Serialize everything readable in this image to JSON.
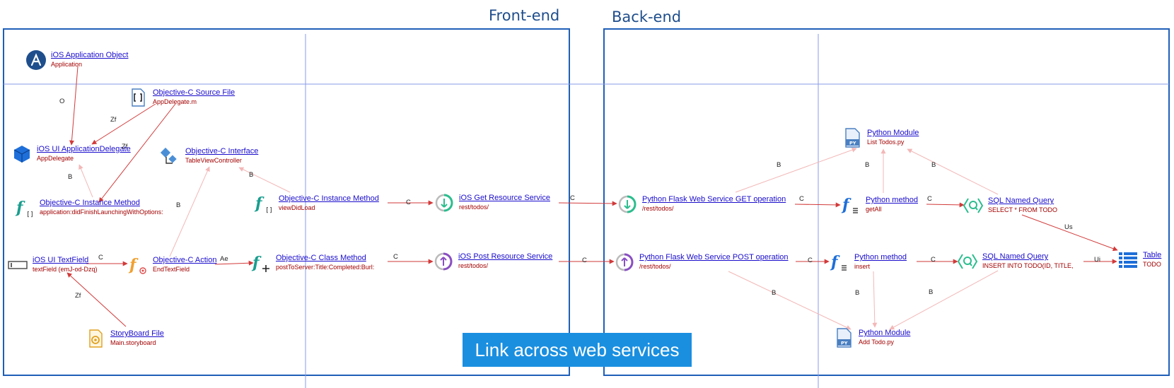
{
  "sections": {
    "frontend": "Front-end",
    "backend": "Back-end"
  },
  "banner": "Link across web services",
  "nodes": {
    "ios_app_object": {
      "title": "iOS Application Object",
      "subtitle": "Application",
      "icon": "ios-app-icon"
    },
    "objc_source_file": {
      "title": "Objective-C Source File",
      "subtitle": "AppDelegate.m",
      "icon": "source-file-icon"
    },
    "ios_ui_appdelegate": {
      "title": "iOS UI ApplicationDelegate",
      "subtitle": "AppDelegate",
      "icon": "cube-icon"
    },
    "objc_interface": {
      "title": "Objective-C Interface",
      "subtitle": "TableViewController",
      "icon": "interface-icon"
    },
    "objc_instance_method_1": {
      "title": "Objective-C Instance Method",
      "subtitle": "application:didFinishLaunchingWithOptions:",
      "icon": "function-bracket-icon"
    },
    "objc_instance_method_2": {
      "title": "Objective-C Instance Method",
      "subtitle": "viewDidLoad",
      "icon": "function-bracket-icon"
    },
    "ios_get_resource": {
      "title": "iOS Get Resource Service",
      "subtitle": "rest/todos/",
      "icon": "get-service-icon"
    },
    "ios_textfield": {
      "title": "iOS UI TextField",
      "subtitle": "textField (emJ-od-Dzq)",
      "icon": "textfield-icon"
    },
    "objc_action": {
      "title": "Objective-C Action",
      "subtitle": "EndTextField",
      "icon": "function-target-icon"
    },
    "objc_class_method": {
      "title": "Objective-C Class Method",
      "subtitle": "postToServer:Title:Completed:Burl:",
      "icon": "function-plus-icon"
    },
    "ios_post_resource": {
      "title": "iOS Post Resource Service",
      "subtitle": "rest/todos/",
      "icon": "post-service-icon"
    },
    "storyboard": {
      "title": "StoryBoard File",
      "subtitle": "Main.storyboard",
      "icon": "storyboard-icon"
    },
    "py_module_list": {
      "title": "Python Module",
      "subtitle": "List Todos.py",
      "icon": "python-file-icon"
    },
    "flask_get": {
      "title": "Python Flask Web Service GET operation",
      "subtitle": "/rest/todos/",
      "icon": "get-service-icon"
    },
    "py_method_getall": {
      "title": "Python method",
      "subtitle": "getAll",
      "icon": "function-list-icon"
    },
    "sql_query_select": {
      "title": "SQL Named Query",
      "subtitle": "SELECT * FROM TODO",
      "icon": "sql-query-icon"
    },
    "flask_post": {
      "title": "Python Flask Web Service POST operation",
      "subtitle": "/rest/todos/",
      "icon": "post-service-icon"
    },
    "py_method_insert": {
      "title": "Python method",
      "subtitle": "insert",
      "icon": "function-list-icon"
    },
    "sql_query_insert": {
      "title": "SQL Named Query",
      "subtitle": "INSERT INTO TODO(ID, TITLE,",
      "icon": "sql-query-icon"
    },
    "table_todo": {
      "title": "Table",
      "subtitle": "TODO",
      "icon": "table-icon"
    },
    "py_module_add": {
      "title": "Python Module",
      "subtitle": "Add Todo.py",
      "icon": "python-file-icon"
    }
  },
  "edges": [
    {
      "from": "ios_app_object",
      "to": "ios_ui_appdelegate",
      "label": "O"
    },
    {
      "from": "objc_source_file",
      "to": "ios_ui_appdelegate",
      "label": "Zf"
    },
    {
      "from": "objc_source_file",
      "to": "objc_instance_method_1",
      "label": "Zf"
    },
    {
      "from": "objc_instance_method_1",
      "to": "ios_ui_appdelegate",
      "label": "B"
    },
    {
      "from": "objc_instance_method_2",
      "to": "objc_interface",
      "label": "B"
    },
    {
      "from": "objc_action",
      "to": "objc_interface",
      "label": "B"
    },
    {
      "from": "ios_textfield",
      "to": "objc_action",
      "label": "C"
    },
    {
      "from": "objc_action",
      "to": "objc_class_method",
      "label": "Ae"
    },
    {
      "from": "storyboard",
      "to": "ios_textfield",
      "label": "Zf"
    },
    {
      "from": "objc_instance_method_2",
      "to": "ios_get_resource",
      "label": "C"
    },
    {
      "from": "objc_class_method",
      "to": "ios_post_resource",
      "label": "C"
    },
    {
      "from": "ios_get_resource",
      "to": "flask_get",
      "label": "C"
    },
    {
      "from": "ios_post_resource",
      "to": "flask_post",
      "label": "C"
    },
    {
      "from": "flask_get",
      "to": "py_module_list",
      "label": "B"
    },
    {
      "from": "flask_get",
      "to": "py_method_getall",
      "label": "C"
    },
    {
      "from": "py_method_getall",
      "to": "py_module_list",
      "label": "B"
    },
    {
      "from": "py_method_getall",
      "to": "sql_query_select",
      "label": "C"
    },
    {
      "from": "sql_query_select",
      "to": "py_module_list",
      "label": "B"
    },
    {
      "from": "sql_query_select",
      "to": "table_todo",
      "label": "Us"
    },
    {
      "from": "flask_post",
      "to": "py_method_insert",
      "label": "C"
    },
    {
      "from": "flask_post",
      "to": "py_module_add",
      "label": "B"
    },
    {
      "from": "py_method_insert",
      "to": "py_module_add",
      "label": "B"
    },
    {
      "from": "py_method_insert",
      "to": "sql_query_insert",
      "label": "C"
    },
    {
      "from": "sql_query_insert",
      "to": "py_module_add",
      "label": "B"
    },
    {
      "from": "sql_query_insert",
      "to": "table_todo",
      "label": "Ui"
    }
  ]
}
